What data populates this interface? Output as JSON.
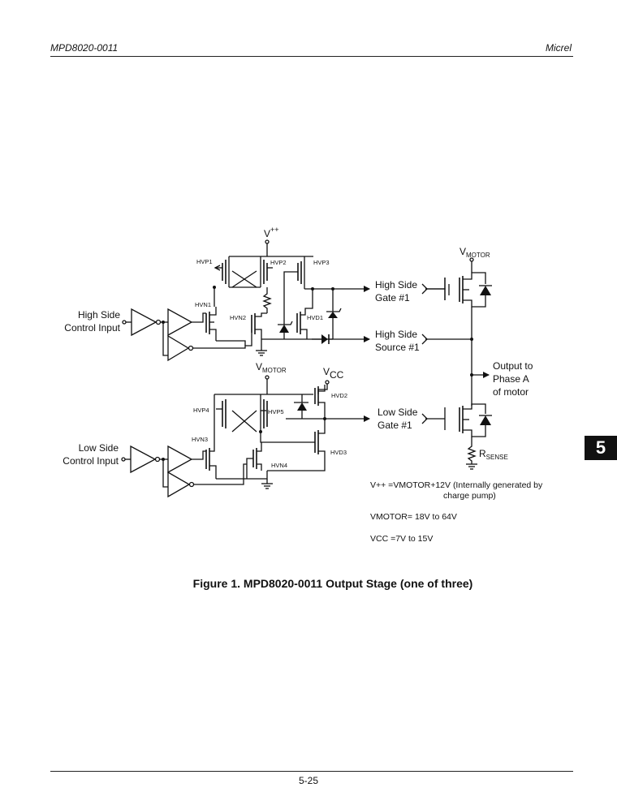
{
  "header": {
    "part_number": "MPD8020-0011",
    "company": "Micrel"
  },
  "section_tab": "5",
  "figure": {
    "caption": "Figure 1. MPD8020-0011 Output Stage (one of three)",
    "supplies": {
      "vpp": "V++",
      "vmotor": "VMOTOR",
      "vcc": "VCC"
    },
    "inputs": {
      "high_side": [
        "High Side",
        "Control Input"
      ],
      "low_side": [
        "Low Side",
        "Control Input"
      ]
    },
    "transistors": {
      "hvp1": "HVP1",
      "hvp2": "HVP2",
      "hvp3": "HVP3",
      "hvn1": "HVN1",
      "hvn2": "HVN2",
      "hvd1": "HVD1",
      "hvp4": "HVP4",
      "hvp5": "HVP5",
      "hvn3": "HVN3",
      "hvn4": "HVN4",
      "hvd2": "HVD2",
      "hvd3": "HVD3"
    },
    "outputs": {
      "high_gate": [
        "High Side",
        "Gate #1"
      ],
      "high_source": [
        "High Side",
        "Source #1"
      ],
      "low_gate": [
        "Low Side",
        "Gate #1"
      ],
      "phase": [
        "Output to",
        "Phase A",
        "of motor"
      ]
    },
    "rsense": "RSENSE",
    "notes": {
      "vpp_line1": "V++ =VMOTOR+12V (Internally generated by",
      "vpp_line2": "charge pump)",
      "vmotor_range": "VMOTOR= 18V to 64V",
      "vcc_range": "VCC =7V to 15V"
    }
  },
  "footer": {
    "page": "5-25"
  }
}
